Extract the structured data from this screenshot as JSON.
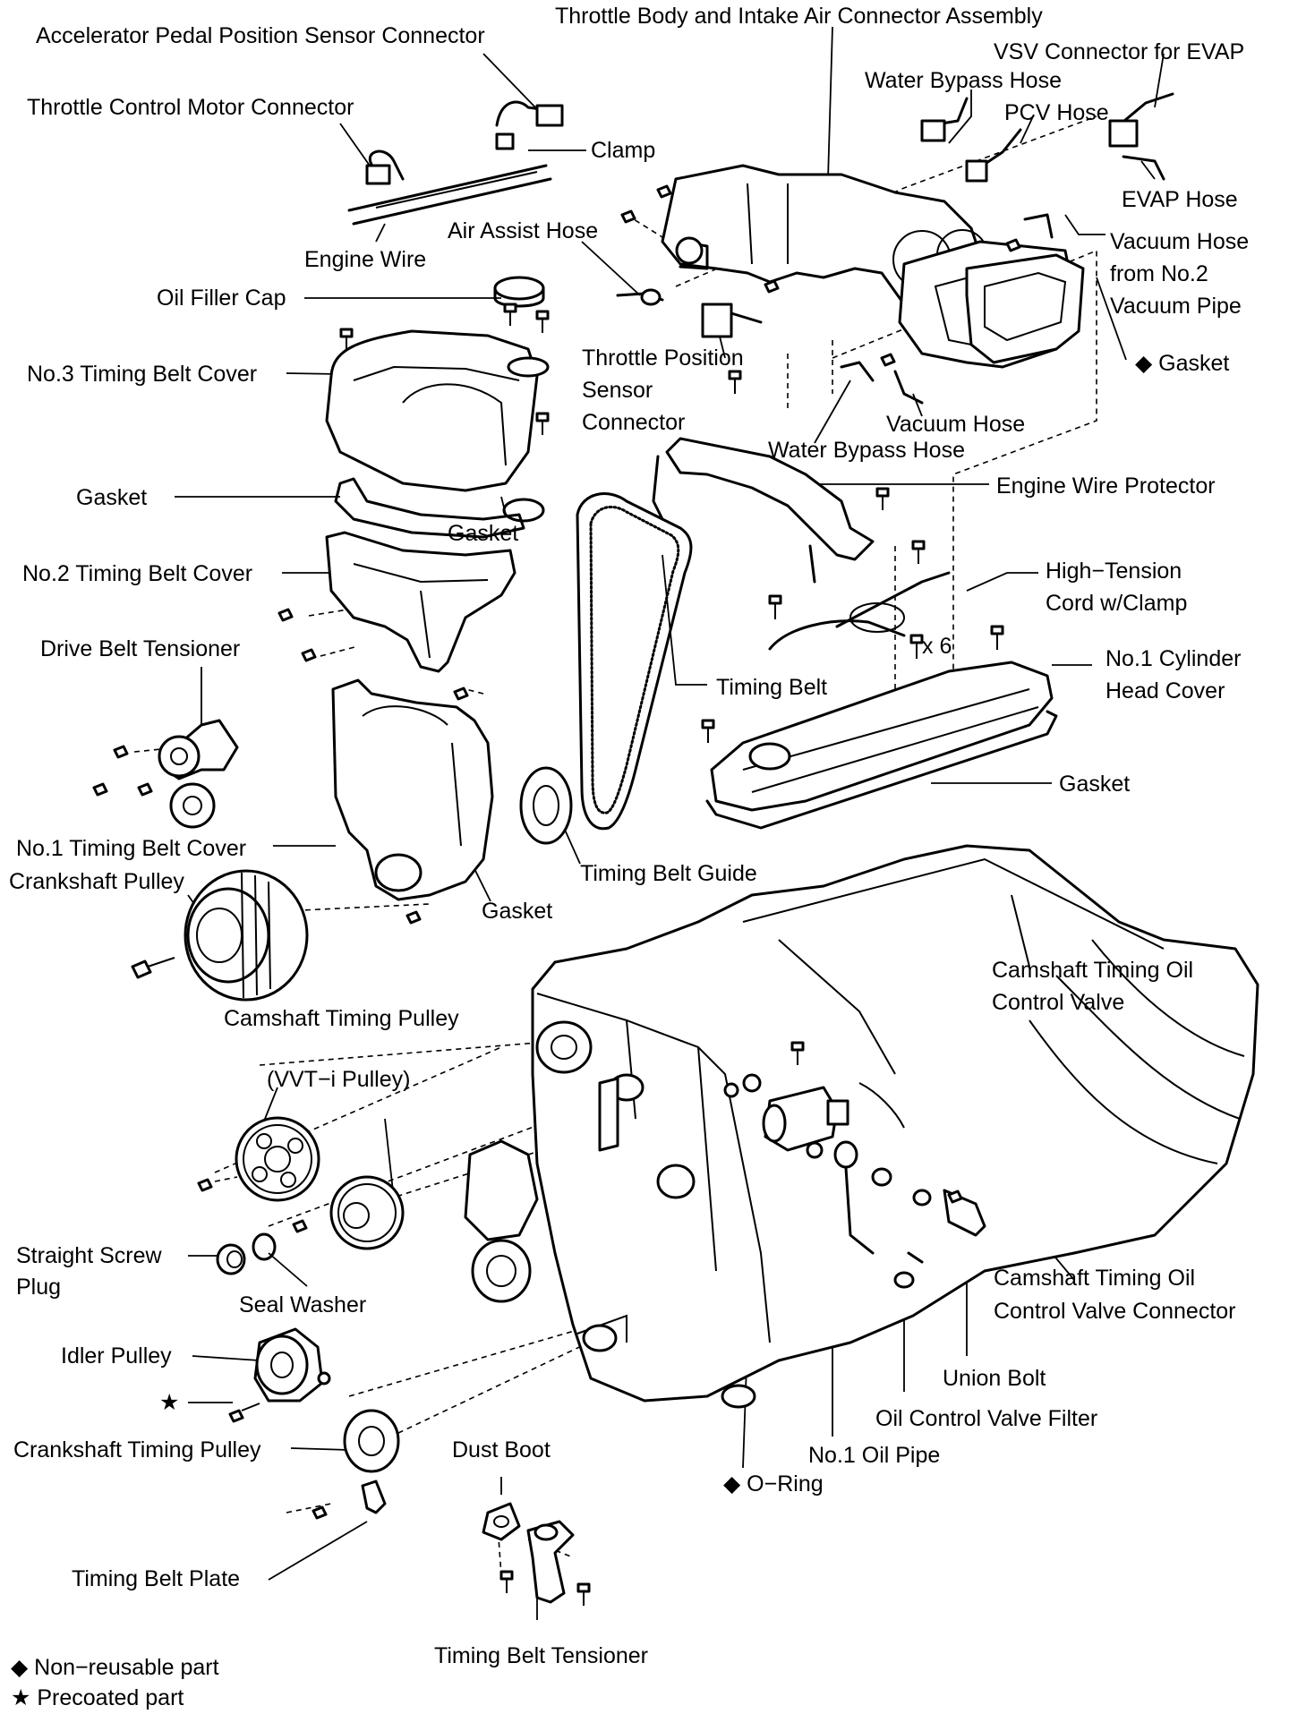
{
  "labels": {
    "accelerator_pedal_sensor_connector": "Accelerator Pedal Position Sensor Connector",
    "throttle_body_assembly": "Throttle Body and Intake Air Connector Assembly",
    "vsv_connector_evap": "VSV Connector for EVAP",
    "water_bypass_hose_top": "Water Bypass Hose",
    "pcv_hose": "PCV Hose",
    "throttle_control_motor_connector": "Throttle Control Motor Connector",
    "clamp": "Clamp",
    "evap_hose": "EVAP Hose",
    "air_assist_hose": "Air Assist Hose",
    "engine_wire": "Engine Wire",
    "vacuum_hose_no2_line1": "Vacuum Hose",
    "vacuum_hose_no2_line2": "from No.2",
    "vacuum_hose_no2_line3": "Vacuum Pipe",
    "oil_filler_cap": "Oil Filler Cap",
    "throttle_position_sensor_line1": "Throttle Position",
    "throttle_position_sensor_line2": "Sensor",
    "throttle_position_sensor_line3": "Connector",
    "gasket_intake": "◆ Gasket",
    "no3_timing_belt_cover": "No.3 Timing Belt Cover",
    "vacuum_hose": "Vacuum Hose",
    "water_bypass_hose_lower": "Water Bypass Hose",
    "engine_wire_protector": "Engine Wire Protector",
    "gasket_no3_cover": "Gasket",
    "gasket_small": "Gasket",
    "no2_timing_belt_cover": "No.2 Timing Belt Cover",
    "high_tension_cord_line1": "High−Tension",
    "high_tension_cord_line2": "Cord w/Clamp",
    "drive_belt_tensioner": "Drive Belt Tensioner",
    "times_six": "x 6",
    "no1_cylinder_head_cover_line1": "No.1 Cylinder",
    "no1_cylinder_head_cover_line2": "Head Cover",
    "timing_belt": "Timing Belt",
    "gasket_head_cover": "Gasket",
    "no1_timing_belt_cover": "No.1 Timing Belt Cover",
    "crankshaft_pulley": "Crankshaft Pulley",
    "timing_belt_guide": "Timing Belt Guide",
    "gasket_no1_cover": "Gasket",
    "camshaft_timing_ocv_line1": "Camshaft Timing Oil",
    "camshaft_timing_ocv_line2": "Control Valve",
    "camshaft_timing_pulley": "Camshaft Timing Pulley",
    "vvti_pulley": "(VVT−i Pulley)",
    "straight_screw_plug_line1": "Straight Screw",
    "straight_screw_plug_line2": "Plug",
    "seal_washer": "Seal Washer",
    "ocv_connector_line1": "Camshaft Timing Oil",
    "ocv_connector_line2": "Control Valve Connector",
    "idler_pulley": "Idler Pulley",
    "precoated_star": "★",
    "union_bolt": "Union Bolt",
    "oil_control_valve_filter": "Oil Control Valve Filter",
    "crankshaft_timing_pulley": "Crankshaft Timing Pulley",
    "dust_boot": "Dust Boot",
    "no1_oil_pipe": "No.1 Oil Pipe",
    "o_ring": "◆ O−Ring",
    "timing_belt_plate": "Timing Belt Plate",
    "timing_belt_tensioner": "Timing Belt Tensioner"
  },
  "legend": {
    "non_reusable": "◆ Non−reusable part",
    "precoated": "★ Precoated part"
  },
  "colors": {
    "ink": "#000000",
    "paper": "#ffffff"
  }
}
